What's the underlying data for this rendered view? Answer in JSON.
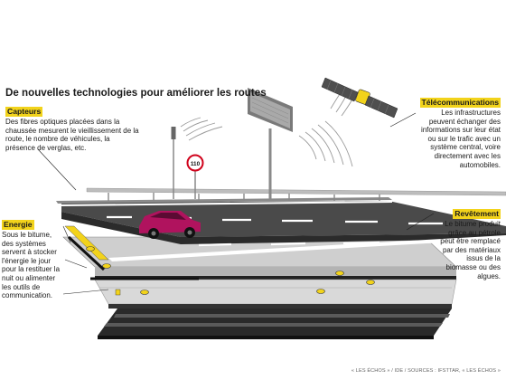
{
  "title": "De nouvelles technologies pour améliorer les routes",
  "sign_text": "110",
  "sections": {
    "capteurs": {
      "label": "Capteurs",
      "text": "Des fibres optiques placées dans la chaussée mesurent le vieillissement de la route, le nombre de véhicules, la présence de verglas, etc."
    },
    "telecom": {
      "label": "Télécommunications",
      "text": "Les infrastructures peuvent échanger des informations sur leur état ou sur le trafic avec un système central, voire directement avec les automobiles."
    },
    "revetement": {
      "label": "Revêtement",
      "text": "Le bitume produit grâce au pétrole peut être remplacé par des matériaux issus de la biomasse ou des algues."
    },
    "energie": {
      "label": "Energie",
      "text": "Sous le bitume, des systèmes servent à stocker l'énergie le jour pour la restituer la nuit ou alimenter les outils de communication."
    }
  },
  "source": "« LES ÉCHOS » / IDE / SOURCES : IFSTTAR, « LES ÉCHOS »",
  "colors": {
    "label_bg": "#f2d31b",
    "asphalt": "#4a4a4a",
    "road_side": "#2b2b2b",
    "layer": "#d6d6d6",
    "layer_dark": "#1e1e1e",
    "car": "#b0135e",
    "panel": "#9a9a9a"
  }
}
